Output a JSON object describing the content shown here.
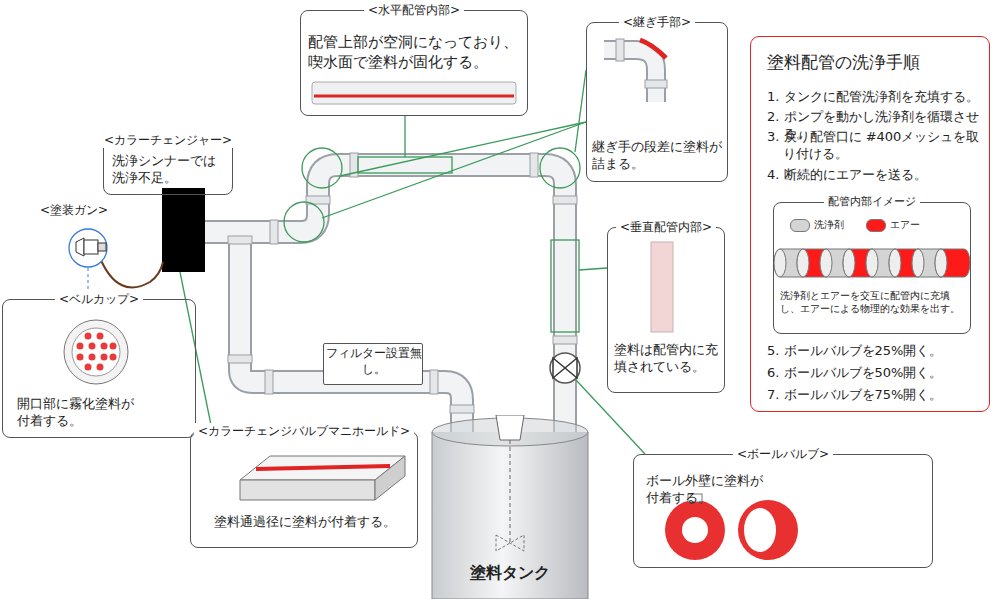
{
  "diagram": {
    "nodes": [
      {
        "text": [
          "<水平配管内部>",
          "配管上部が空洞になっており、喫水面で塗料が固化する。"
        ]
      },
      {
        "text": [
          "<継ぎ手部>",
          "継ぎ手の段差に塗料が詰まる。"
        ]
      },
      {
        "text": [
          "塗料配管の洗浄手順",
          "1. タンクに配管洗浄剤を充填する。",
          "2. ポンプを動かし洗浄剤を循環させる。",
          "3. 戻り配管口に #400メッシュを取り付ける。",
          "4. 断続的にエアーを送る。",
          "5. ボールバルブを25%開く。",
          "6. ボールバルブを50%開く。",
          "7. ボールバルブを75%開く。"
        ]
      },
      {
        "text": [
          "配管内部イメージ",
          "洗浄剤とエアーを交互に配管内に充填し、エアーによる物理的な効果を出す。"
        ],
        "in": 2
      },
      {
        "text": [
          "<カラーチェンジャー>",
          "洗浄シンナーでは洗浄不足。"
        ]
      },
      {
        "text": [
          "<ベルカップ>",
          "開口部に霧化塗料が付着する。"
        ]
      },
      {
        "text": [
          "<垂直配管内部>",
          "塗料は配管内に充填されている。"
        ]
      },
      {
        "text": [
          "フィルター設置無し。"
        ]
      },
      {
        "text": [
          "<カラーチェンジバルブマニホールド>",
          "塗料通過径に塗料が付着する。"
        ]
      },
      {
        "text": [
          "<ボールバルブ>",
          "ボール外壁に塗料が付着する。"
        ]
      },
      {
        "text": [
          "塗料タンク"
        ]
      }
    ],
    "labels": [
      "<塗装ガン>"
    ],
    "legend": [
      {
        "text": "洗浄剤",
        "color": "#d4d4d4"
      },
      {
        "text": "エアー",
        "color": "#ff1a1a"
      }
    ]
  }
}
